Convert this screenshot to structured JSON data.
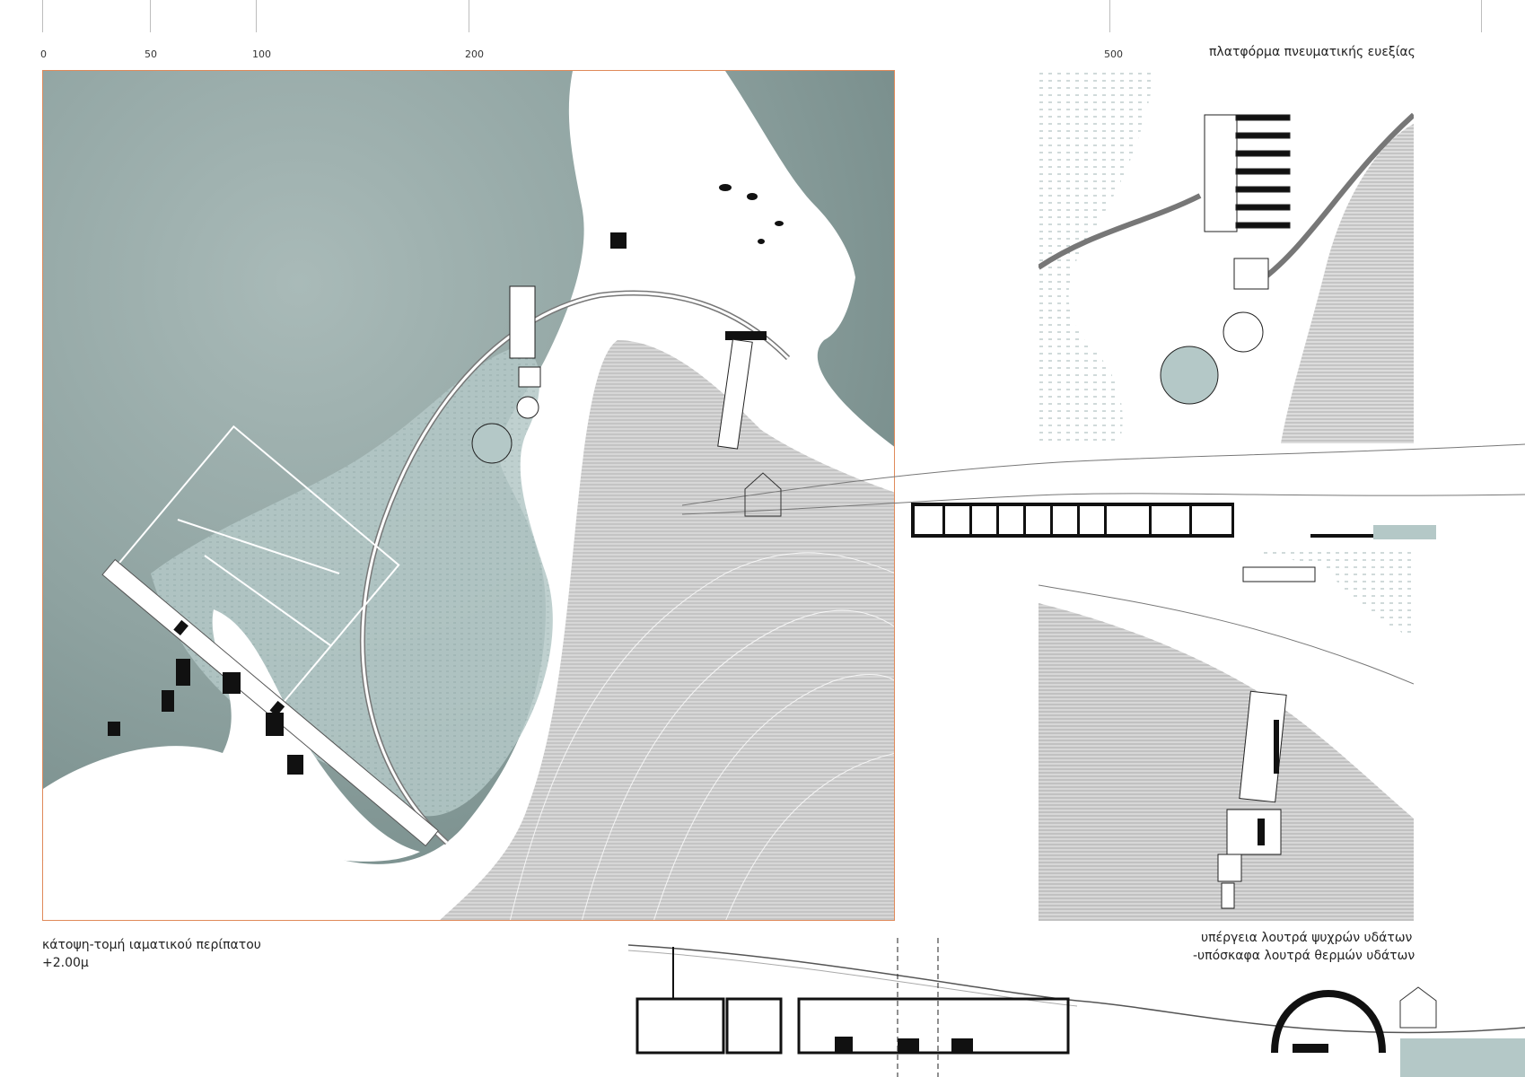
{
  "scale_bar": {
    "labels": [
      "0",
      "50",
      "100",
      "200",
      "500"
    ]
  },
  "titles": {
    "wellness_platform": "πλατφόρμα πνευματικής ευεξίας",
    "plan_section_line1": "κάτοψη-τομή ιαματικού περίπατου",
    "plan_section_line2": "+2.00μ",
    "baths_line1": "υπέργεια λουτρά ψυχρών υδάτων",
    "baths_line2": "-υπόσκαφα λουτρά θερμών υδάτων"
  },
  "colors": {
    "sea": "#8fa3a1",
    "sea_dark": "#6f8583",
    "lagoon": "#b8cccb",
    "land": "#ffffff",
    "hatch": "#bdbdbd",
    "building": "#111111",
    "frame": "#e08a5a"
  }
}
